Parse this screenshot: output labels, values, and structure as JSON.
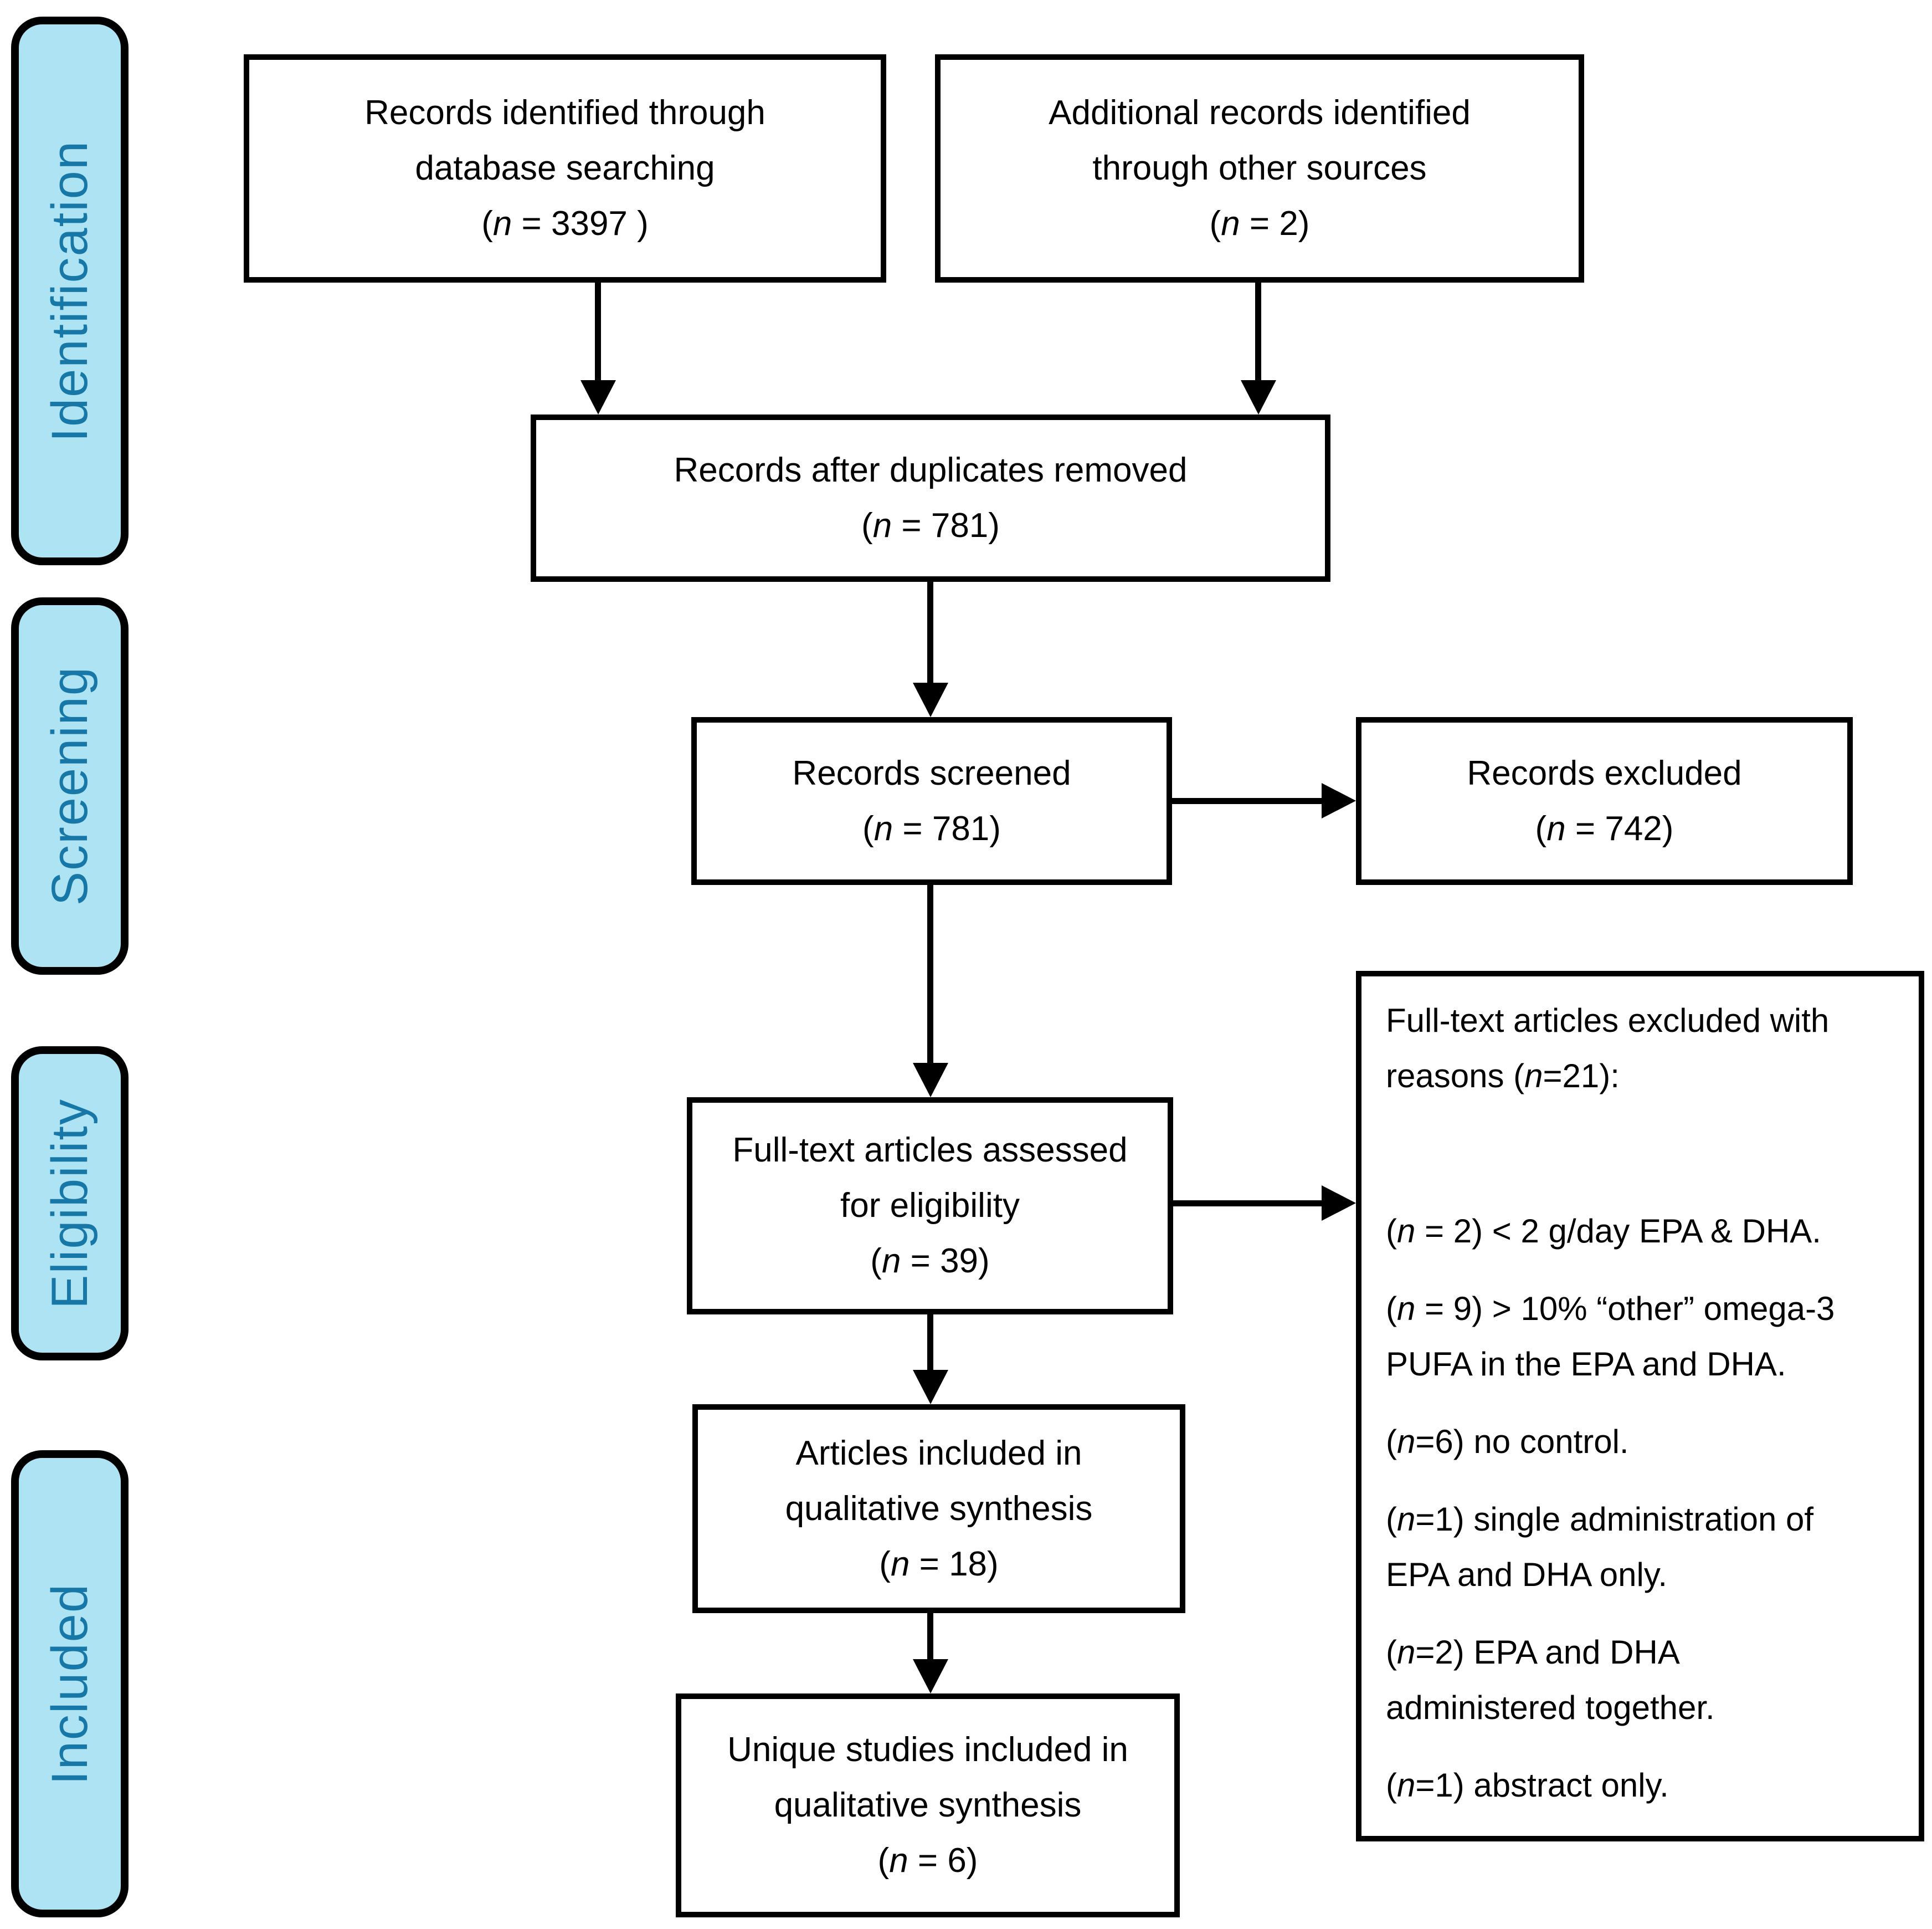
{
  "diagram_title": "PRISMA flow diagram",
  "colors": {
    "sidebar_fill": "#aee3f4",
    "sidebar_text": "#1778a8",
    "line_color": "#000000",
    "box_background": "#ffffff"
  },
  "sidebar": {
    "labels": [
      {
        "text": "Identification"
      },
      {
        "text": "Screening"
      },
      {
        "text": "Eligibility"
      },
      {
        "text": "Included"
      }
    ]
  },
  "boxes": {
    "identified": {
      "line1": "Records identified through",
      "line2": "database searching",
      "pre": "(",
      "n": "n",
      "post": " = 3397 )"
    },
    "additional": {
      "line1": "Additional records identified",
      "line2": "through other sources",
      "pre": "(",
      "n": "n",
      "post": " = 2)"
    },
    "dedup": {
      "line1": "Records after duplicates removed",
      "pre": "(",
      "n": "n",
      "post": " = 781)"
    },
    "screened": {
      "line1": "Records screened",
      "pre": "(",
      "n": "n",
      "post": " = 781)"
    },
    "excluded": {
      "line1": "Records excluded",
      "pre": "(",
      "n": "n",
      "post": " = 742)"
    },
    "fulltext": {
      "line1": "Full-text articles assessed",
      "line2": "for eligibility",
      "pre": "(",
      "n": "n",
      "post": " = 39)"
    },
    "qualitative": {
      "line1": "Articles included in",
      "line2": "qualitative synthesis",
      "pre": "(",
      "n": "n",
      "post": " = 18)"
    },
    "unique": {
      "line1": "Unique studies included in",
      "line2": "qualitative synthesis",
      "pre": "(",
      "n": "n",
      "post": " = 6)"
    }
  },
  "reasons": {
    "heading_line1": "Full-text articles excluded with",
    "heading_pre": "reasons (",
    "heading_n": "n",
    "heading_post": "=21):",
    "items": [
      {
        "pre": "(",
        "n": "n",
        "post": " = 2) < 2 g/day EPA & DHA."
      },
      {
        "pre": "(",
        "n": "n",
        "post": " = 9) > 10% “other” omega-3",
        "line2": "PUFA in the EPA and DHA."
      },
      {
        "pre": "(",
        "n": "n",
        "post": "=6) no control."
      },
      {
        "pre": "(",
        "n": "n",
        "post": "=1) single administration of",
        "line2": "EPA and DHA only."
      },
      {
        "pre": "(",
        "n": "n",
        "post": "=2) EPA and DHA",
        "line2": "administered together."
      },
      {
        "pre": "(",
        "n": "n",
        "post": "=1) abstract only."
      }
    ]
  }
}
